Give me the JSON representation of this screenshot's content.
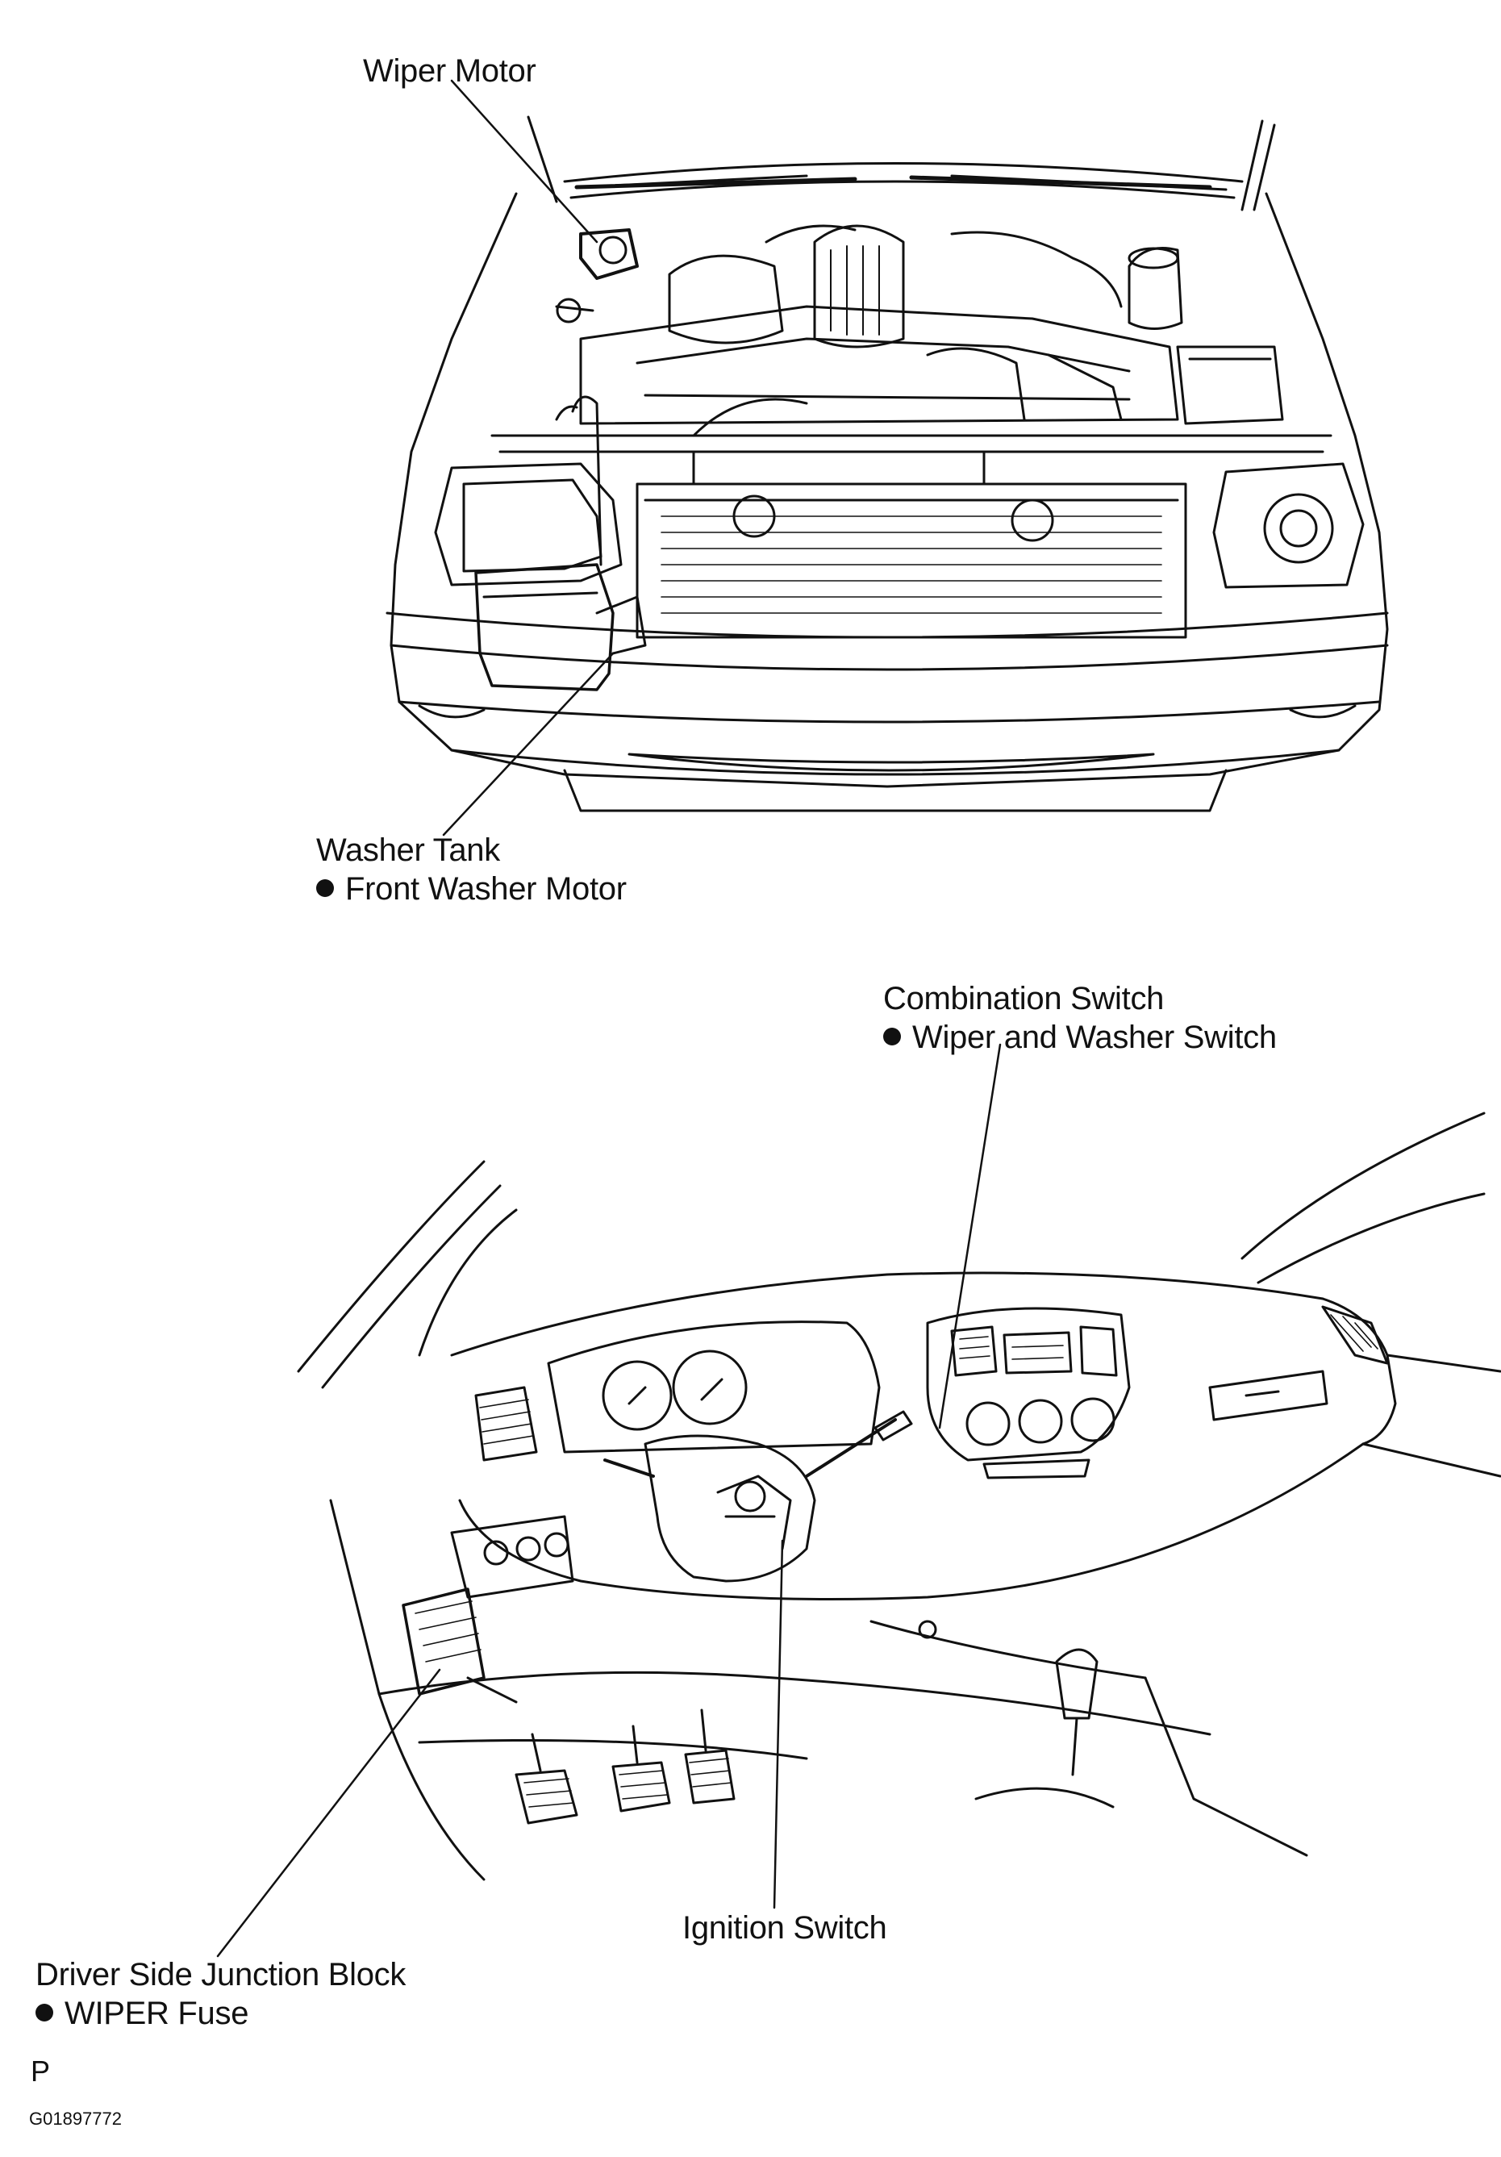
{
  "labels": {
    "wiper_motor": "Wiper Motor",
    "washer_tank": "Washer Tank",
    "front_washer_motor": "Front Washer Motor",
    "combination_switch": "Combination Switch",
    "wiper_washer_switch": "Wiper and Washer Switch",
    "ignition_switch": "Ignition Switch",
    "junction_block": "Driver Side Junction Block",
    "wiper_fuse": "WIPER Fuse"
  },
  "footer": {
    "marker": "P",
    "figure_id": "G01897772"
  },
  "colors": {
    "ink": "#111111",
    "paper": "#ffffff"
  }
}
